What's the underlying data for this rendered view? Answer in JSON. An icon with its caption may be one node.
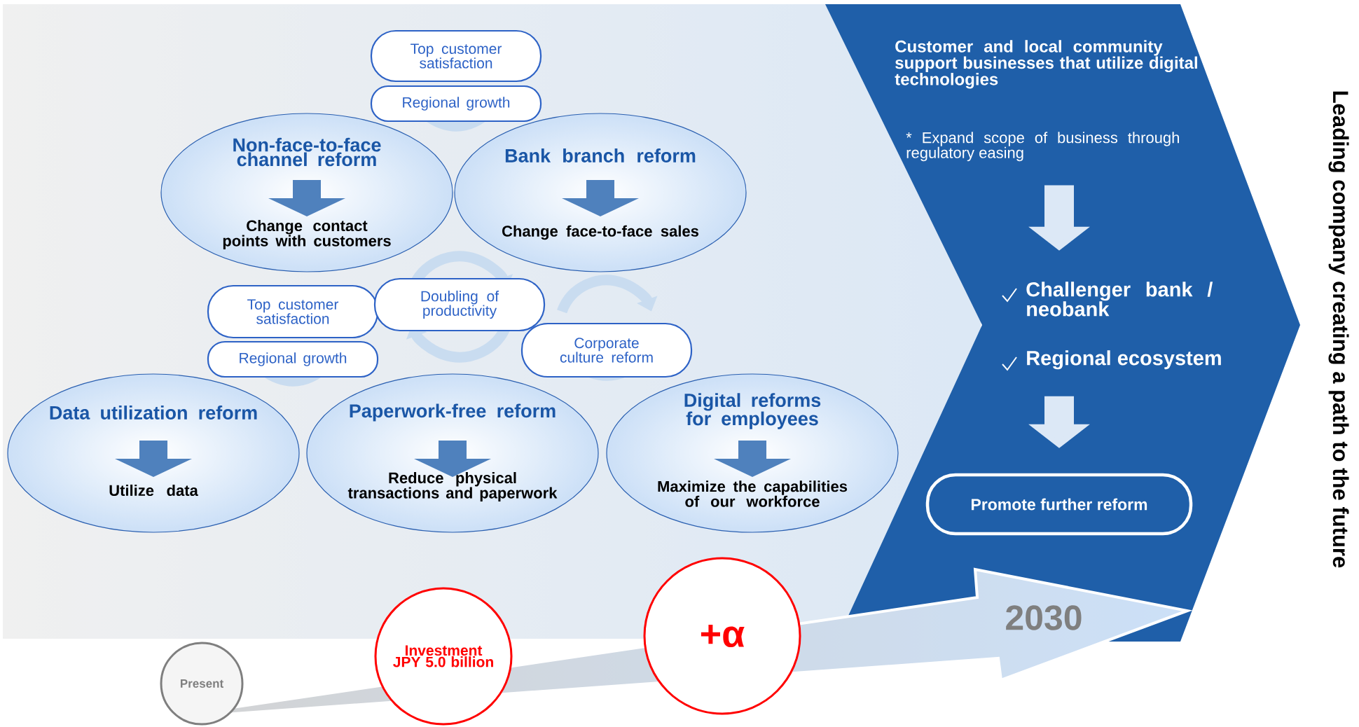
{
  "diagram": {
    "nodes": [
      {
        "text": [
          "Non-face-to-face channel reform",
          "Change contact points with customers"
        ]
      },
      {
        "text": [
          "Bank branch reform",
          "Change face-to-face sales"
        ]
      },
      {
        "text": [
          "Data utilization reform",
          "Utilize data"
        ]
      },
      {
        "text": [
          "Paperwork-free reform",
          "Reduce physical transactions and paperwork"
        ]
      },
      {
        "text": [
          "Digital reforms for employees",
          "Maximize the capabilities of our workforce"
        ]
      },
      {
        "text": [
          "Top customer satisfaction"
        ]
      },
      {
        "text": [
          "Regional growth"
        ]
      },
      {
        "text": [
          "Top customer satisfaction"
        ]
      },
      {
        "text": [
          "Regional growth"
        ]
      },
      {
        "text": [
          "Doubling of productivity"
        ]
      },
      {
        "text": [
          "Corporate culture reform"
        ]
      },
      {
        "text": [
          "Customer and local community support businesses that utilize digital technologies",
          "* Expand scope of business through regulatory easing"
        ]
      },
      {
        "text": [
          "Challenger bank / neobank",
          "Regional ecosystem"
        ]
      },
      {
        "text": [
          "Promote further reform"
        ]
      },
      {
        "text": [
          "Present"
        ]
      },
      {
        "text": [
          "Investment JPY 5.0 billion"
        ]
      },
      {
        "text": [
          "+α"
        ]
      }
    ],
    "edges": [
      {
        "from": 11,
        "to": 12,
        "arrow": "to"
      },
      {
        "from": 12,
        "to": 13,
        "arrow": "to"
      }
    ],
    "labels": [
      "Leading company creating a path to the future",
      "2030"
    ]
  }
}
